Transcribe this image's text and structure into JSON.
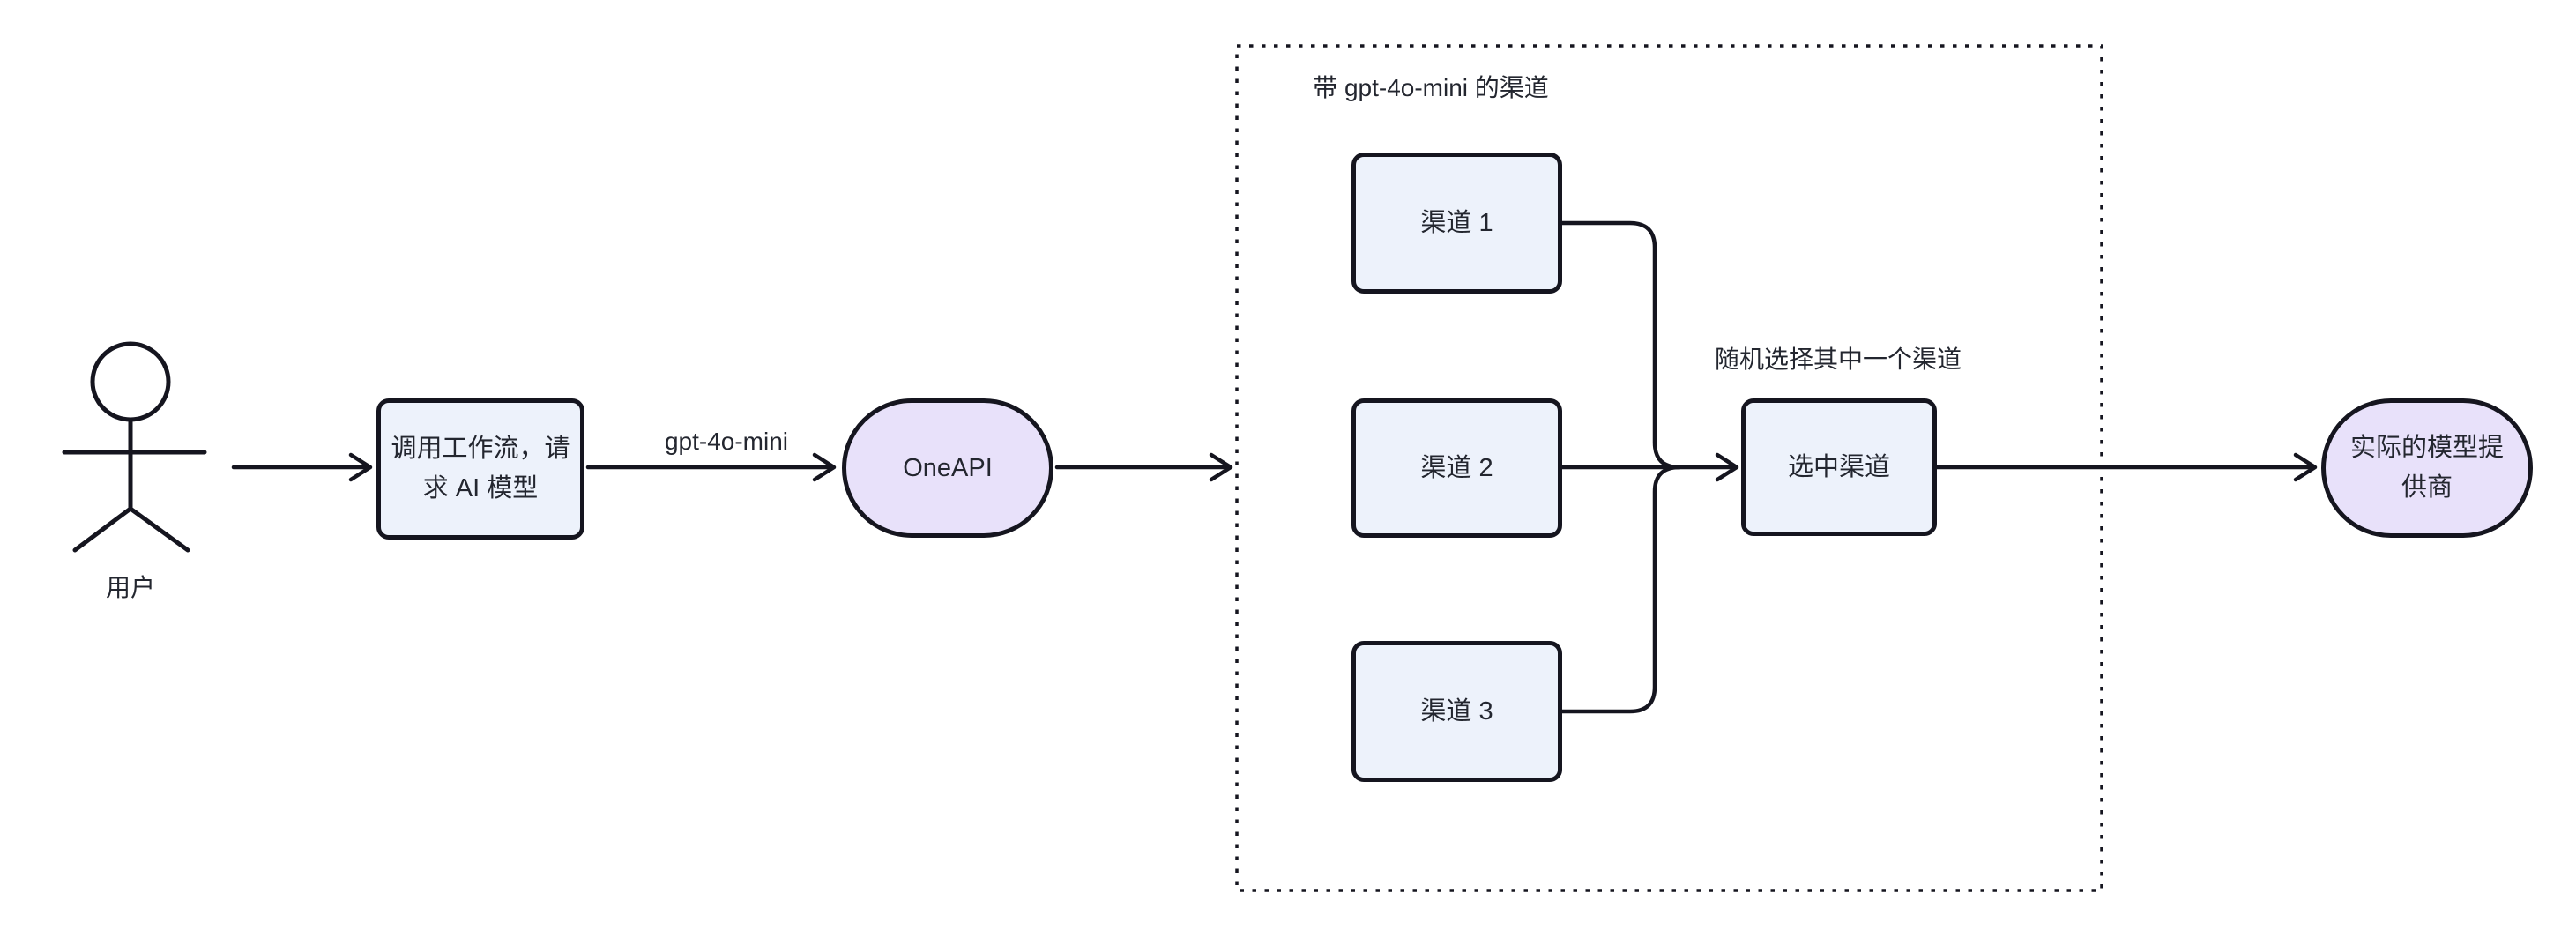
{
  "diagram": {
    "background_color": "#ffffff",
    "stroke_color": "#15151f",
    "text_color": "#23262f",
    "node_fill_blue": "#edf2fb",
    "node_fill_purple": "#e8e1fa",
    "actor": {
      "label": "用户"
    },
    "nodes": {
      "workflow": {
        "label": "调用工作流，请求 AI 模型"
      },
      "oneapi": {
        "label": "OneAPI"
      },
      "channel1": {
        "label": "渠道 1"
      },
      "channel2": {
        "label": "渠道 2"
      },
      "channel3": {
        "label": "渠道 3"
      },
      "selected_channel": {
        "label": "选中渠道"
      },
      "provider": {
        "label": "实际的模型提供商"
      }
    },
    "edge_labels": {
      "model": "gpt-4o-mini"
    },
    "group": {
      "title": "带 gpt-4o-mini 的渠道",
      "note": "随机选择其中一个渠道"
    }
  }
}
